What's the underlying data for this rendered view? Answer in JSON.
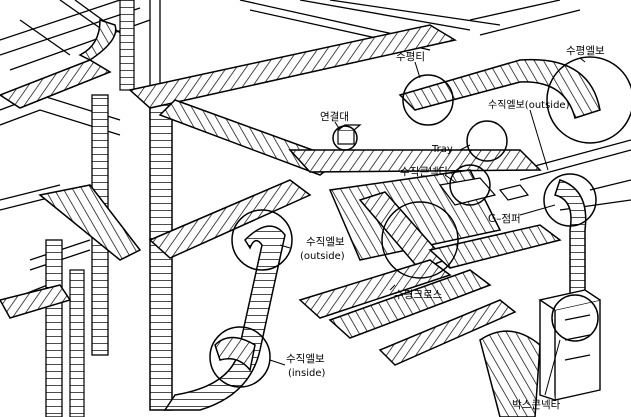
{
  "diagram": {
    "labels": {
      "horizontal_tee": "수평티",
      "horizontal_elbow": "수평엘보",
      "vertical_elbow_outside_top": "수직엘보(outside)",
      "connector": "연결대",
      "tray": "Tray",
      "vertical_connector": "수직콘넥타",
      "g_jumper": "G–점퍼",
      "vertical_elbow_outside_mid_1": "수직엘보",
      "vertical_elbow_outside_mid_2": "(outside)",
      "horizontal_cross": "수평크로스",
      "vertical_elbow_inside_1": "수직엘보",
      "vertical_elbow_inside_2": "(inside)",
      "box_connector": "박스콘넥타"
    }
  }
}
